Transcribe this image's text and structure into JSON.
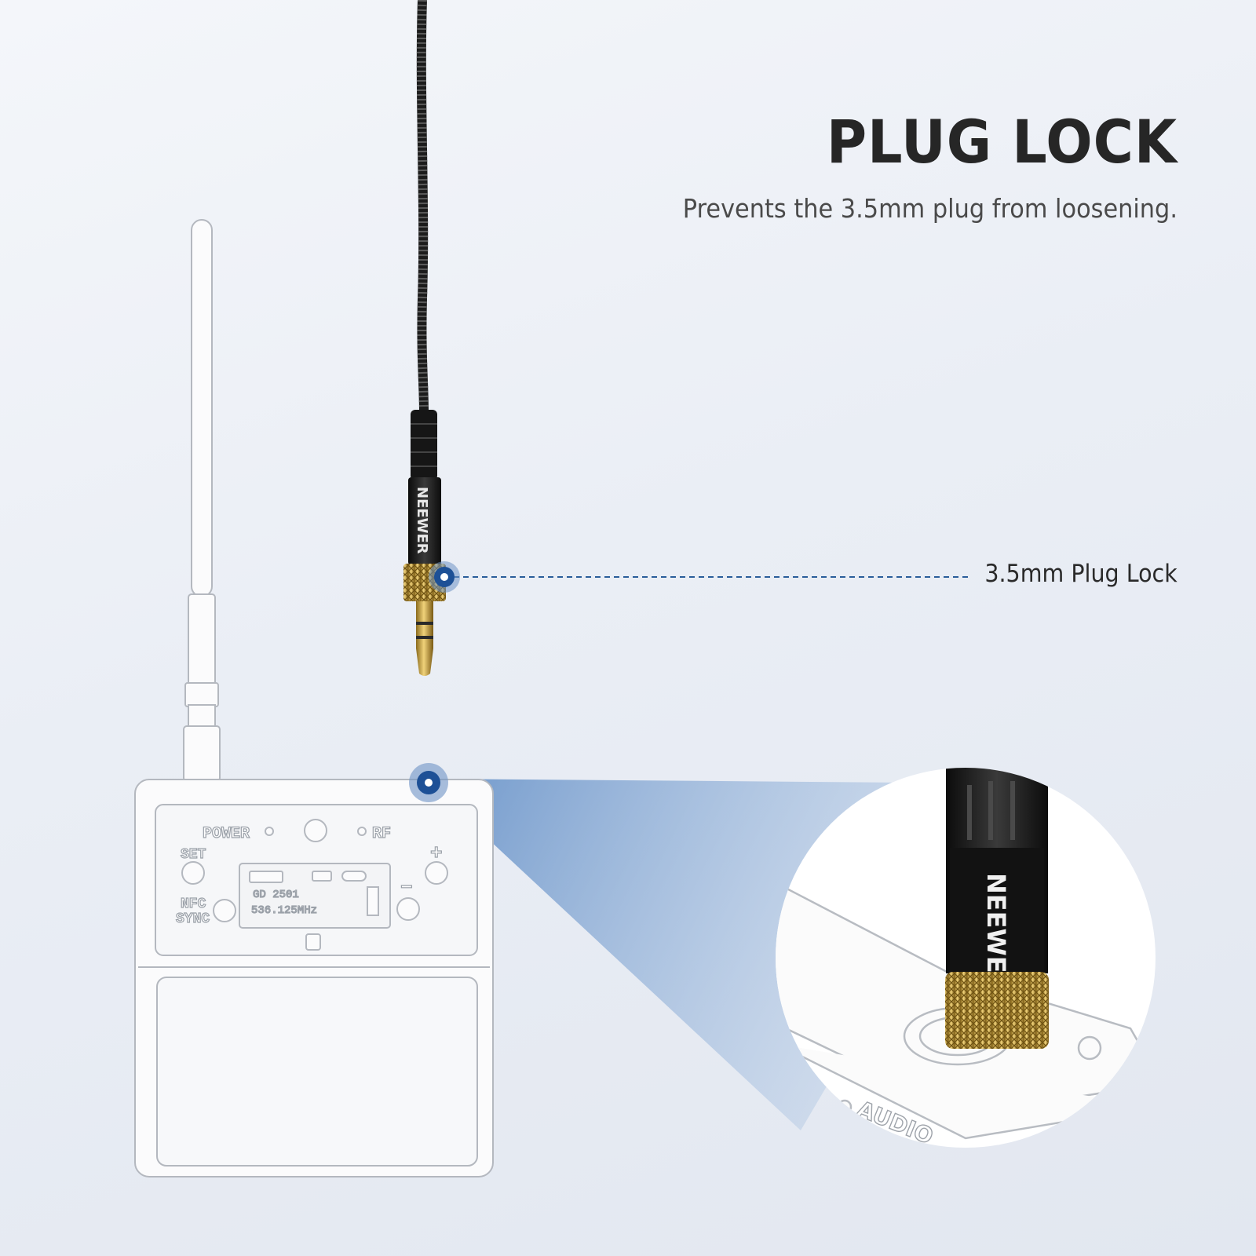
{
  "header": {
    "title": "PLUG LOCK",
    "subtitle": "Prevents the 3.5mm plug from loosening."
  },
  "callout": {
    "label": "3.5mm Plug Lock"
  },
  "plug": {
    "brand": "NEEWER"
  },
  "transmitter": {
    "power_label": "POWER",
    "rf_label": "RF",
    "set_label": "SET",
    "nfc_label": "NFC",
    "sync_label": "SYNC",
    "plus_label": "+",
    "minus_label": "−",
    "display_line1": "GD  2501",
    "display_line2": "536.125MHz",
    "audio_label": "AUDIO"
  },
  "colors": {
    "accent": "#1f5fa8",
    "gold": "#c9a43e",
    "plug_black": "#1a1a1a"
  }
}
